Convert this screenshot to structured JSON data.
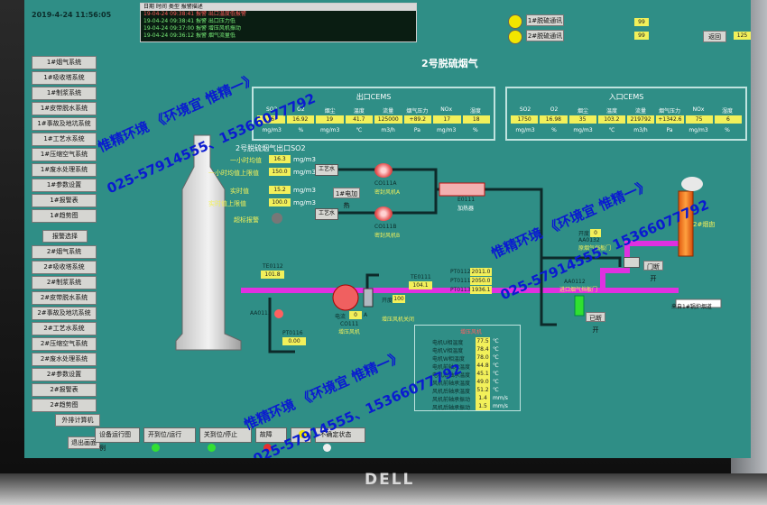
{
  "datetime": "2019-4-24 11:56:05",
  "alarm": {
    "header": "日期  时间  类型  报警描述",
    "rows": [
      "19-04-24 09:38:41  报警  出口温度低报警",
      "19-04-24 09:38:41  报警  出口压力低",
      "19-04-24 09:37:00  报警  增压风机振动",
      "19-04-24 09:36:12  报警  烟气流量低"
    ]
  },
  "top_buttons": [
    "1#脱硫通讯",
    "2#脱硫通讯",
    "返回"
  ],
  "top_values": [
    "99",
    "99",
    "125"
  ],
  "sidebar_top": [
    "1#烟气系统",
    "1#吸收塔系统",
    "1#制浆系统",
    "1#皮带脱水系统",
    "1#事故及地坑系统",
    "1#工艺水系统",
    "1#压缩空气系统",
    "1#废水处理系统",
    "1#参数设置",
    "1#报警表",
    "1#趋势图"
  ],
  "mid_button": "报警选择",
  "sidebar_bottom": [
    "2#烟气系统",
    "2#吸收塔系统",
    "2#制浆系统",
    "2#皮带脱水系统",
    "2#事故及地坑系统",
    "2#工艺水系统",
    "2#压缩空气系统",
    "2#废水处理系统",
    "2#参数设置",
    "2#报警表",
    "2#趋势图"
  ],
  "bottom_buttons": [
    "外排计算机",
    "退出画面"
  ],
  "title": "2号脱硫烟气",
  "outlet_cems": {
    "title": "出口CEMS",
    "headers": [
      "SO2",
      "O2",
      "烟尘",
      "温度",
      "流量",
      "烟气压力",
      "NOx",
      "湿度"
    ],
    "values": [
      "16",
      "16.92",
      "19",
      "41.7",
      "125000",
      "+89.2",
      "17",
      "18"
    ],
    "units": [
      "mg/m3",
      "%",
      "mg/m3",
      "℃",
      "m3/h",
      "Pa",
      "mg/m3",
      "%"
    ]
  },
  "inlet_cems": {
    "title": "入口CEMS",
    "headers": [
      "SO2",
      "O2",
      "烟尘",
      "温度",
      "流量",
      "烟气压力",
      "NOx",
      "湿度"
    ],
    "values": [
      "1750",
      "16.98",
      "35",
      "103.2",
      "219792",
      "+1342.6",
      "75",
      "6"
    ],
    "units": [
      "mg/m3",
      "%",
      "mg/m3",
      "℃",
      "m3/h",
      "Pa",
      "mg/m3",
      "%"
    ]
  },
  "so2": {
    "title": "2号脱硫烟气出口SO2",
    "rows": [
      {
        "label": "一小时均值",
        "value": "16.3",
        "unit": "mg/m3"
      },
      {
        "label": "一小时均值上限值",
        "value": "150.0",
        "unit": "mg/m3"
      },
      {
        "label": "实时值",
        "value": "15.2",
        "unit": "mg/m3"
      },
      {
        "label": "实时值上限值",
        "value": "100.0",
        "unit": "mg/m3"
      }
    ],
    "alarm_label": "超标报警"
  },
  "equipment": {
    "valve_a": "工艺水",
    "valve_b": "工艺水",
    "fan1": "CO111A",
    "fan1_label": "密封风机A",
    "fan2": "CO111B",
    "fan2_label": "密封风机B",
    "heater_id": "E0111",
    "heater_label": "加热器",
    "heater_btn": "1#电加热",
    "chimney": "2#烟囱",
    "damper_id": "AA0132",
    "damper_label": "原烟气挡板门",
    "damper_btn": "门断开",
    "inlet_damper_id": "AA0112",
    "inlet_damper_label": "进口烟气挡板门",
    "inlet_btn": "已断开",
    "open_label": "开度",
    "open_value": "0",
    "open2_value": "100",
    "te0112": "TE0112",
    "te0112_val": "101.8",
    "te0111": "TE0111",
    "te0111_val": "104.1",
    "pt0112": "PT0112",
    "pt0112_val": "2011.0",
    "pt0111": "PT0111",
    "pt0111_val": "2050.0",
    "pt0113": "PT0113",
    "pt0113_val": "1936.1",
    "pt0116": "PT0116",
    "pt0116_val": "0.00",
    "aa0113": "AA0113",
    "booster_id": "CO111",
    "booster_label": "增压风机",
    "current_label": "电流",
    "current_val": "0",
    "current_unit": "A",
    "shutoff": "增压风机关闭",
    "to_stack": "来自1#锅炉烟道"
  },
  "motor": {
    "title": "增压风机",
    "rows": [
      {
        "label": "电机U相温度",
        "value": "77.5",
        "unit": "℃"
      },
      {
        "label": "电机V相温度",
        "value": "78.4",
        "unit": "℃"
      },
      {
        "label": "电机W相温度",
        "value": "78.0",
        "unit": "℃"
      },
      {
        "label": "电机前轴承温度",
        "value": "44.8",
        "unit": "℃"
      },
      {
        "label": "电机后轴承温度",
        "value": "45.1",
        "unit": "℃"
      },
      {
        "label": "风机前轴承温度",
        "value": "49.0",
        "unit": "℃"
      },
      {
        "label": "风机后轴承温度",
        "value": "51.2",
        "unit": "℃"
      },
      {
        "label": "风机前轴承振动",
        "value": "1.4",
        "unit": "mm/s"
      },
      {
        "label": "风机后轴承振动",
        "value": "1.5",
        "unit": "mm/s"
      }
    ]
  },
  "status": {
    "box": "设备运行图例",
    "items": [
      {
        "label": "开到位/运行",
        "color": "#33e033"
      },
      {
        "label": "关到位/停止",
        "color": "#33e033"
      },
      {
        "label": "故障",
        "color": "#e83030"
      },
      {
        "label": "",
        "color": "#f2e600"
      },
      {
        "label": "不确定状态",
        "color": "#eeeeee"
      }
    ]
  },
  "watermark": {
    "line1": "惟精环境 《环境宜 惟精一》",
    "line2": "025-57914555、15366077792"
  },
  "brand": "DELL"
}
